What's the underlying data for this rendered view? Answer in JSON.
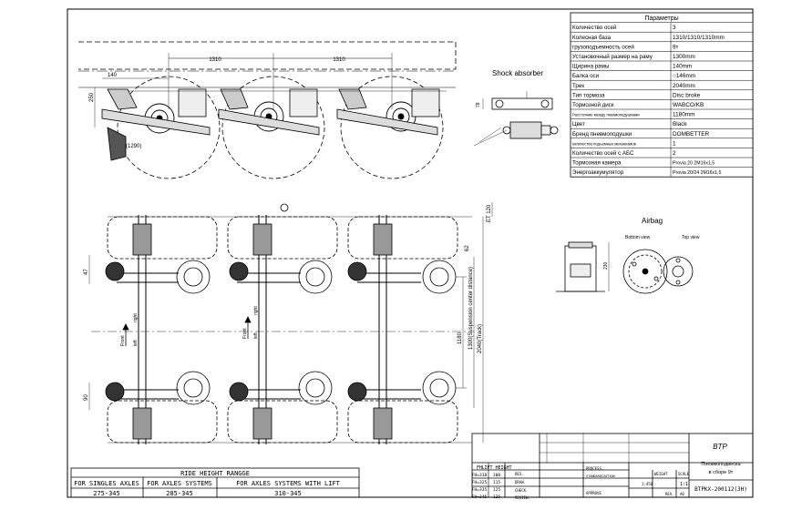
{
  "params": {
    "title": "Параметры",
    "rows": [
      {
        "label": "Количество осей",
        "value": "3"
      },
      {
        "label": "Колесная база",
        "value": "1310/1310/1310mm"
      },
      {
        "label": "грузоподъемность осей",
        "value": "9т"
      },
      {
        "label": "Установочный размер на раму",
        "value": "1300mm"
      },
      {
        "label": "Щирина рамы",
        "value": "140mm"
      },
      {
        "label": "Балка оси",
        "value": "○146mm"
      },
      {
        "label": "Трек",
        "value": "2040mm"
      },
      {
        "label": "Тип тормоза",
        "value": "Disc broke"
      },
      {
        "label": "Тормозной диск",
        "value": "WABCO/KB"
      },
      {
        "label": "Расстояние между пневмоподушками",
        "value": "1180mm"
      },
      {
        "label": "Цвет",
        "value": "Black"
      },
      {
        "label": "Бренд пневмоподушки",
        "value": "DOMBETTER"
      },
      {
        "label": "количество подъемных механизмов",
        "value": "1"
      },
      {
        "label": "Количество осей с АБС",
        "value": "2"
      },
      {
        "label": "Тормозная камера",
        "value": "Provia 20 2M16x1,5"
      },
      {
        "label": "Энергоаккумулятор",
        "value": "Provia 20/24 2M16x1,5"
      }
    ]
  },
  "labels": {
    "shock_absorber": "Shock absorber",
    "airbag": "Airbag",
    "bottom_view": "Bottom view",
    "top_view": "Top view",
    "front": "Front",
    "left": "left",
    "right": "right"
  },
  "dims": {
    "wheelbase_1": "1310",
    "wheelbase_2": "1310",
    "d140": "140",
    "d250": "250",
    "d1290": "(1290)",
    "d230": "230",
    "d78": "78",
    "d1180": "1180",
    "d2040": "2040(Track)",
    "d1300": "1300(Suspension center distance)",
    "d120": "ET 120",
    "d62": "62",
    "d47": "47",
    "d90": "90"
  },
  "ride_height": {
    "title": "RIDE HEIGHT RANGGE",
    "headers": [
      "FOR SINGLES AXLES",
      "FOR AXLES SYSTEMS",
      "FOR AXLES SYSTEMS WITH LIFT"
    ],
    "values": [
      "275-345",
      "285-345",
      "310-345"
    ]
  },
  "lift_table": {
    "headers": [
      "FH",
      "LIFT HEIGHT"
    ],
    "rows": [
      [
        "FH=310",
        "100"
      ],
      [
        "FH=325",
        "115"
      ],
      [
        "FH=335",
        "125"
      ],
      [
        "FH=345",
        "135"
      ]
    ]
  },
  "title_block": {
    "company": "BTP",
    "name_line1": "Пневмоподвеска",
    "name_line2": "в сборе 9т",
    "designation": "BTPKX-200112(3H)",
    "roles": [
      "DES.",
      "DRAW.",
      "CHECK.",
      "REVIEW."
    ],
    "mid": [
      "PROCESS.",
      "STANDARDIZATION"
    ],
    "approve": "APPROVE",
    "weight_label": "WEIGHT",
    "scale_label": "SCALE",
    "scale": "1:1",
    "sheet": "1:450",
    "rev_label": "REV.",
    "rev": "A0"
  }
}
